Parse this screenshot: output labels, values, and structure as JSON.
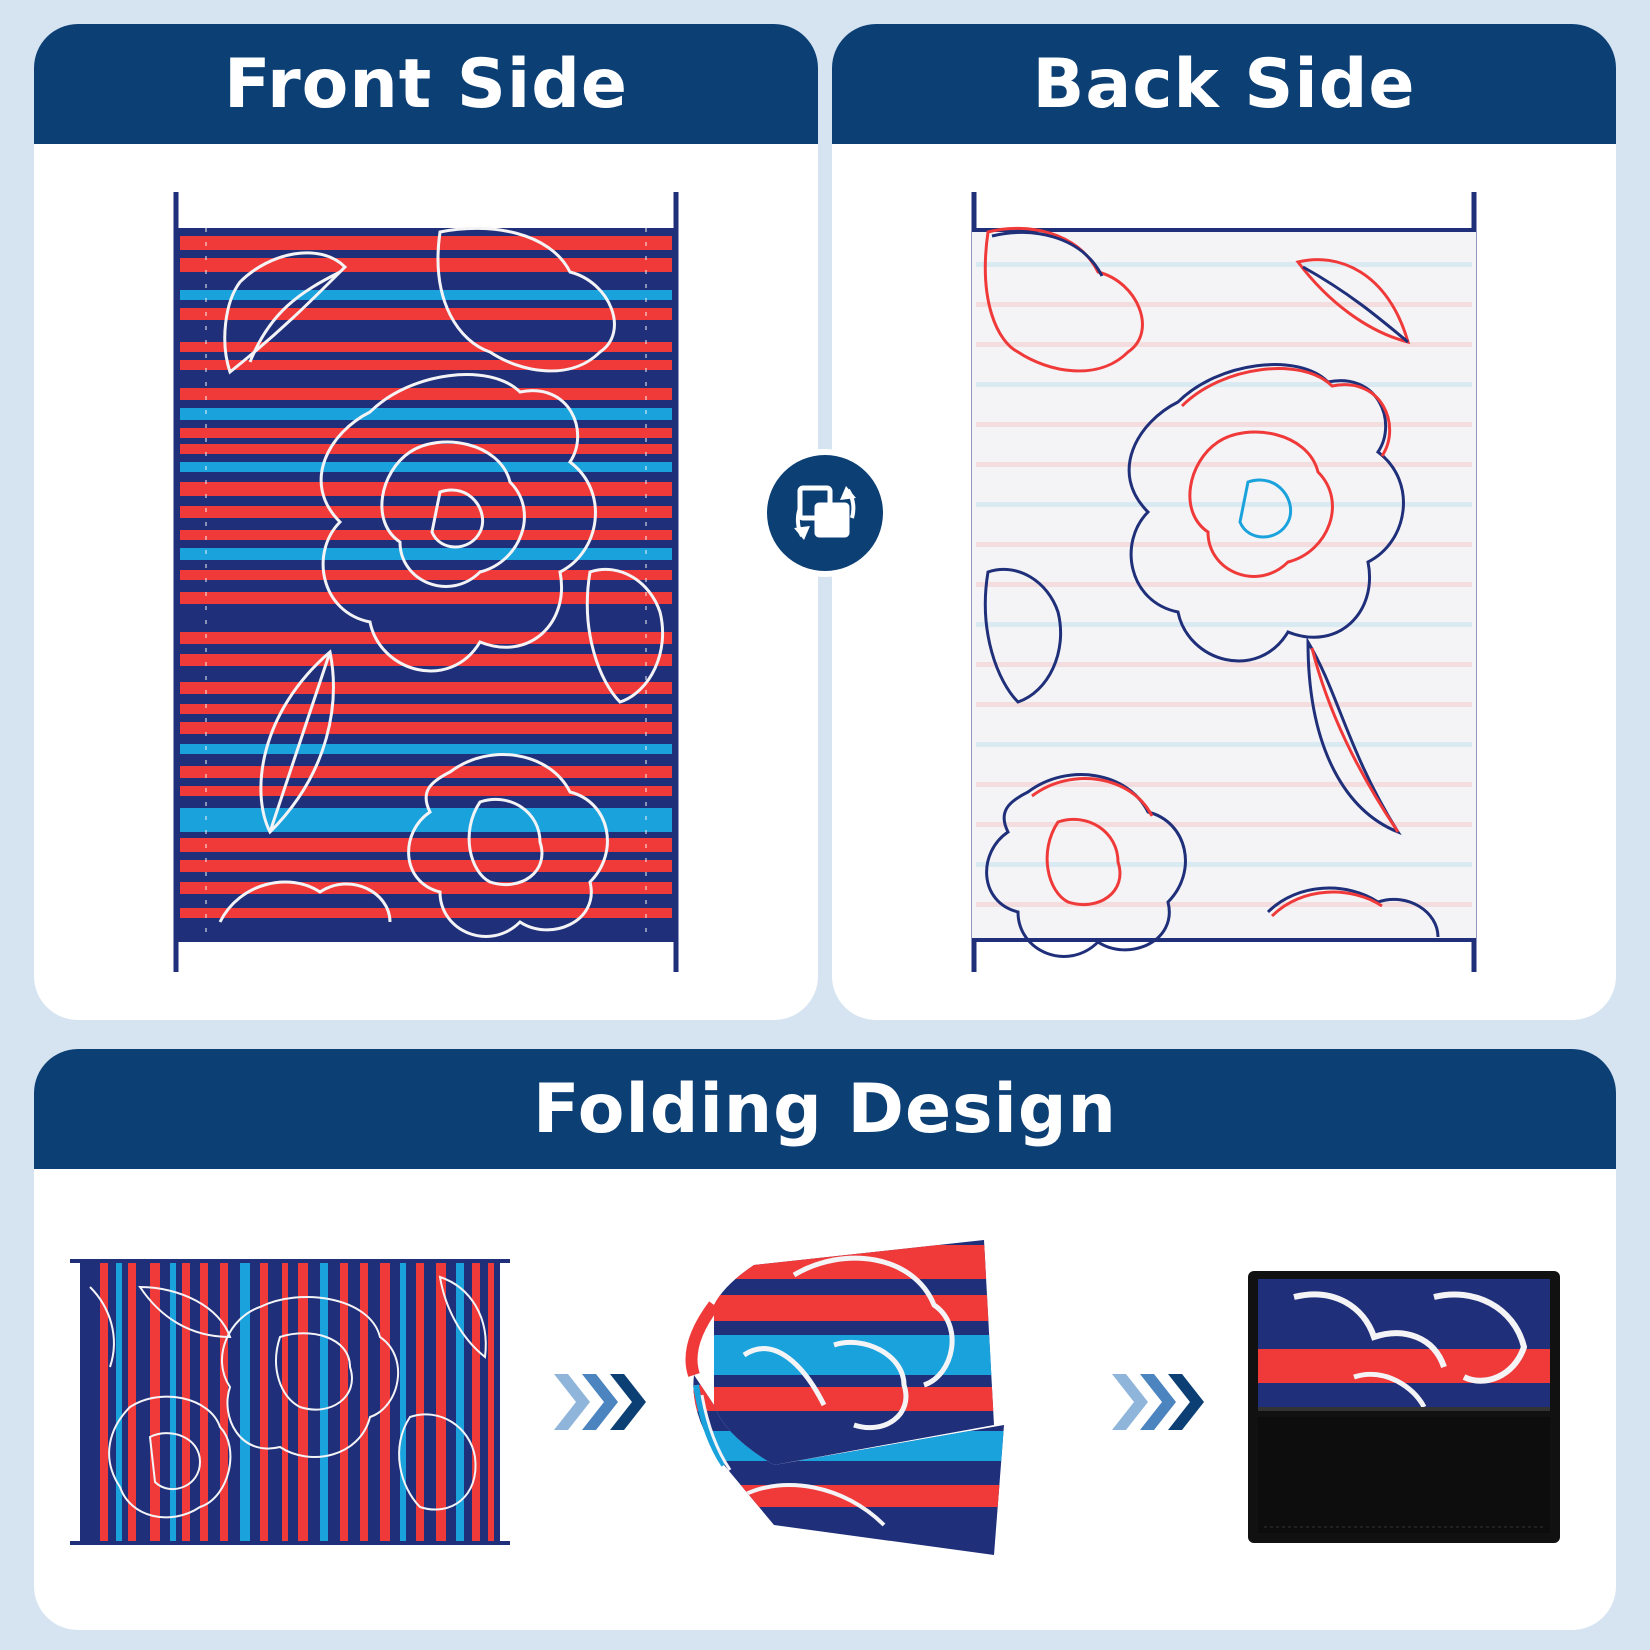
{
  "panels": {
    "front": {
      "title": "Front Side"
    },
    "back": {
      "title": "Back Side"
    },
    "folding": {
      "title": "Folding Design"
    }
  },
  "colors": {
    "header_bg": "#0c3f74",
    "background": "#d6e4f2",
    "panel_bg": "#ffffff",
    "mat_navy": "#1f2f7a",
    "mat_red": "#f03a3a",
    "mat_cyan": "#1aa2dc",
    "mat_white": "#f4f4f6",
    "bag_black": "#111111"
  },
  "icons": {
    "flip": "flip-icon",
    "arrow_1": "chevron-right-icon",
    "arrow_2": "chevron-right-icon"
  }
}
